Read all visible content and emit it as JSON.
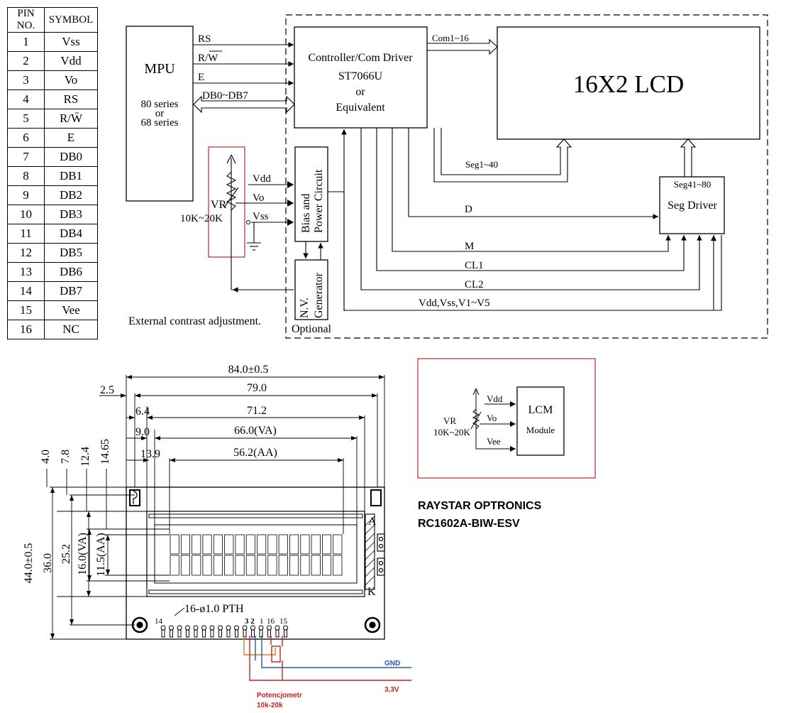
{
  "pin_table": {
    "headers": [
      "PIN NO.",
      "SYMBOL"
    ],
    "rows": [
      [
        "1",
        "Vss"
      ],
      [
        "2",
        "Vdd"
      ],
      [
        "3",
        "Vo"
      ],
      [
        "4",
        "RS"
      ],
      [
        "5",
        "R/W̄"
      ],
      [
        "6",
        "E"
      ],
      [
        "7",
        "DB0"
      ],
      [
        "8",
        "DB1"
      ],
      [
        "9",
        "DB2"
      ],
      [
        "10",
        "DB3"
      ],
      [
        "11",
        "DB4"
      ],
      [
        "12",
        "DB5"
      ],
      [
        "13",
        "DB6"
      ],
      [
        "14",
        "DB7"
      ],
      [
        "15",
        "Vee"
      ],
      [
        "16",
        "NC"
      ]
    ]
  },
  "block": {
    "mpu_title": "MPU",
    "mpu_line1": "80 series",
    "mpu_line2": "or",
    "mpu_line3": "68 series",
    "sig_rs": "RS",
    "sig_rw": "R/W",
    "sig_e": "E",
    "sig_db": "DB0~DB7",
    "ctrl_line1": "Controller/Com Driver",
    "ctrl_line2": "ST7066U",
    "ctrl_line3": "or",
    "ctrl_line4": "Equivalent",
    "com_label": "Com1~16",
    "lcd_label": "16X2 LCD",
    "seg1_label": "Seg1~40",
    "seg41_label": "Seg41~80",
    "segdrv_label": "Seg Driver",
    "vdd": "Vdd",
    "vo": "Vo",
    "vss": "Vss",
    "vr": "VR",
    "vr_range": "10K~20K",
    "bias1": "Bias and",
    "bias2": "Power Circuit",
    "nv1": "N.V.",
    "nv2": "Generator",
    "optional": "Optional",
    "ext_contrast": "External contrast adjustment.",
    "sig_d": "D",
    "sig_m": "M",
    "sig_cl1": "CL1",
    "sig_cl2": "CL2",
    "sig_power": "Vdd,Vss,V1~V5"
  },
  "lcm_box": {
    "vdd": "Vdd",
    "vo": "Vo",
    "vee": "Vee",
    "vr": "VR",
    "vr_range": "10K~20K",
    "lcm": "LCM",
    "module": "Module"
  },
  "brand": {
    "line1": "RAYSTAR OPTRONICS",
    "line2": "RC1602A-BIW-ESV"
  },
  "dims": {
    "w_total": "84.0±0.5",
    "w_79": "79.0",
    "d_25": "2.5",
    "d_64": "6.4",
    "w_712": "71.2",
    "d_90": "9.0",
    "w_va": "66.0(VA)",
    "d_139": "13.9",
    "w_aa": "56.2(AA)",
    "v_40": "4.0",
    "v_78": "7.8",
    "v_124": "12.4",
    "v_1465": "14.65",
    "h_total": "44.0±0.5",
    "h_36": "36.0",
    "h_252": "25.2",
    "h_va": "16.0(VA)",
    "h_aa": "11.5(AA)",
    "pin_a": "A",
    "pin_k": "K",
    "pth": "16-ø1.0 PTH",
    "pin14": "14",
    "pin32": "3 2",
    "pin1": "1",
    "pin16": "16",
    "pin15": "15"
  },
  "wiring": {
    "gnd": "GND",
    "v33": "3,3V",
    "pot1": "Potencjometr",
    "pot2": "10k-20k"
  },
  "colors": {
    "gnd_wire": "#2b56a8",
    "v33_wire": "#cc1f1f",
    "orange_wire": "#e07a1f",
    "red_box": "#c8232c"
  }
}
